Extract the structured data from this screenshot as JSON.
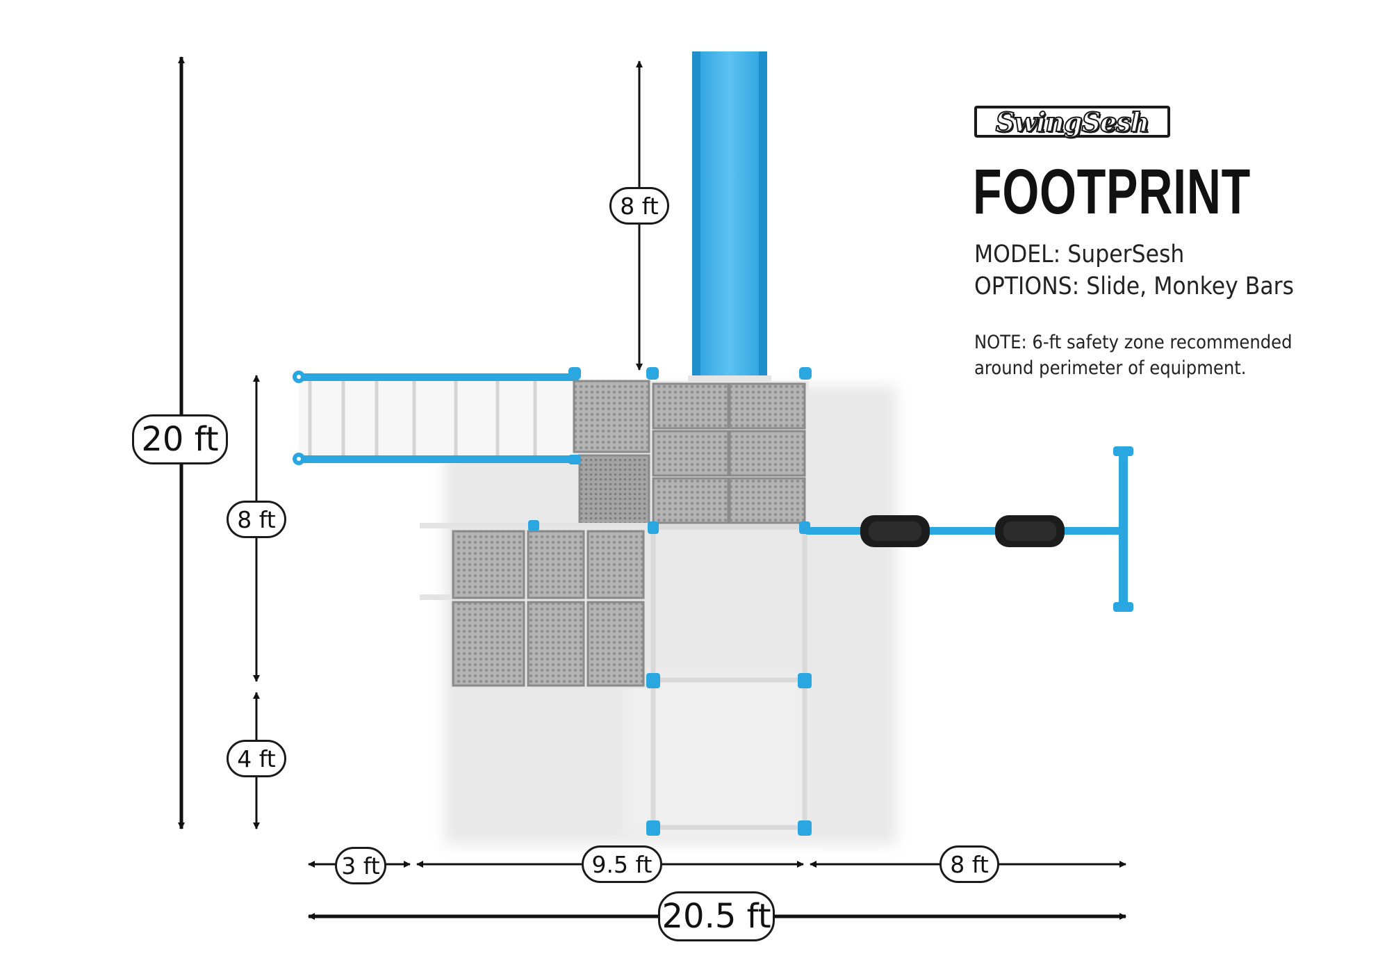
{
  "brand": {
    "logo_text": "SwingSesh"
  },
  "header": {
    "title": "FOOTPRINT",
    "model": "MODEL: SuperSesh",
    "options": "OPTIONS: Slide, Monkey Bars",
    "note_line1": "NOTE: 6-ft safety zone recommended",
    "note_line2": "around perimeter of equipment."
  },
  "dimensions": {
    "overall_height": "20 ft",
    "overall_width": "20.5 ft",
    "slide_length": "8 ft",
    "monkey_bars_span": "8 ft",
    "lower_offset": "4 ft",
    "left_offset": "3 ft",
    "center_width": "9.5 ft",
    "swing_beam_length": "8 ft"
  },
  "colors": {
    "accent_blue": "#2aa7e0",
    "slide_blue": "#3db0ec",
    "deck_gray": "#a9a9a9",
    "rail_white": "#f2f2f2",
    "ink": "#111111"
  }
}
